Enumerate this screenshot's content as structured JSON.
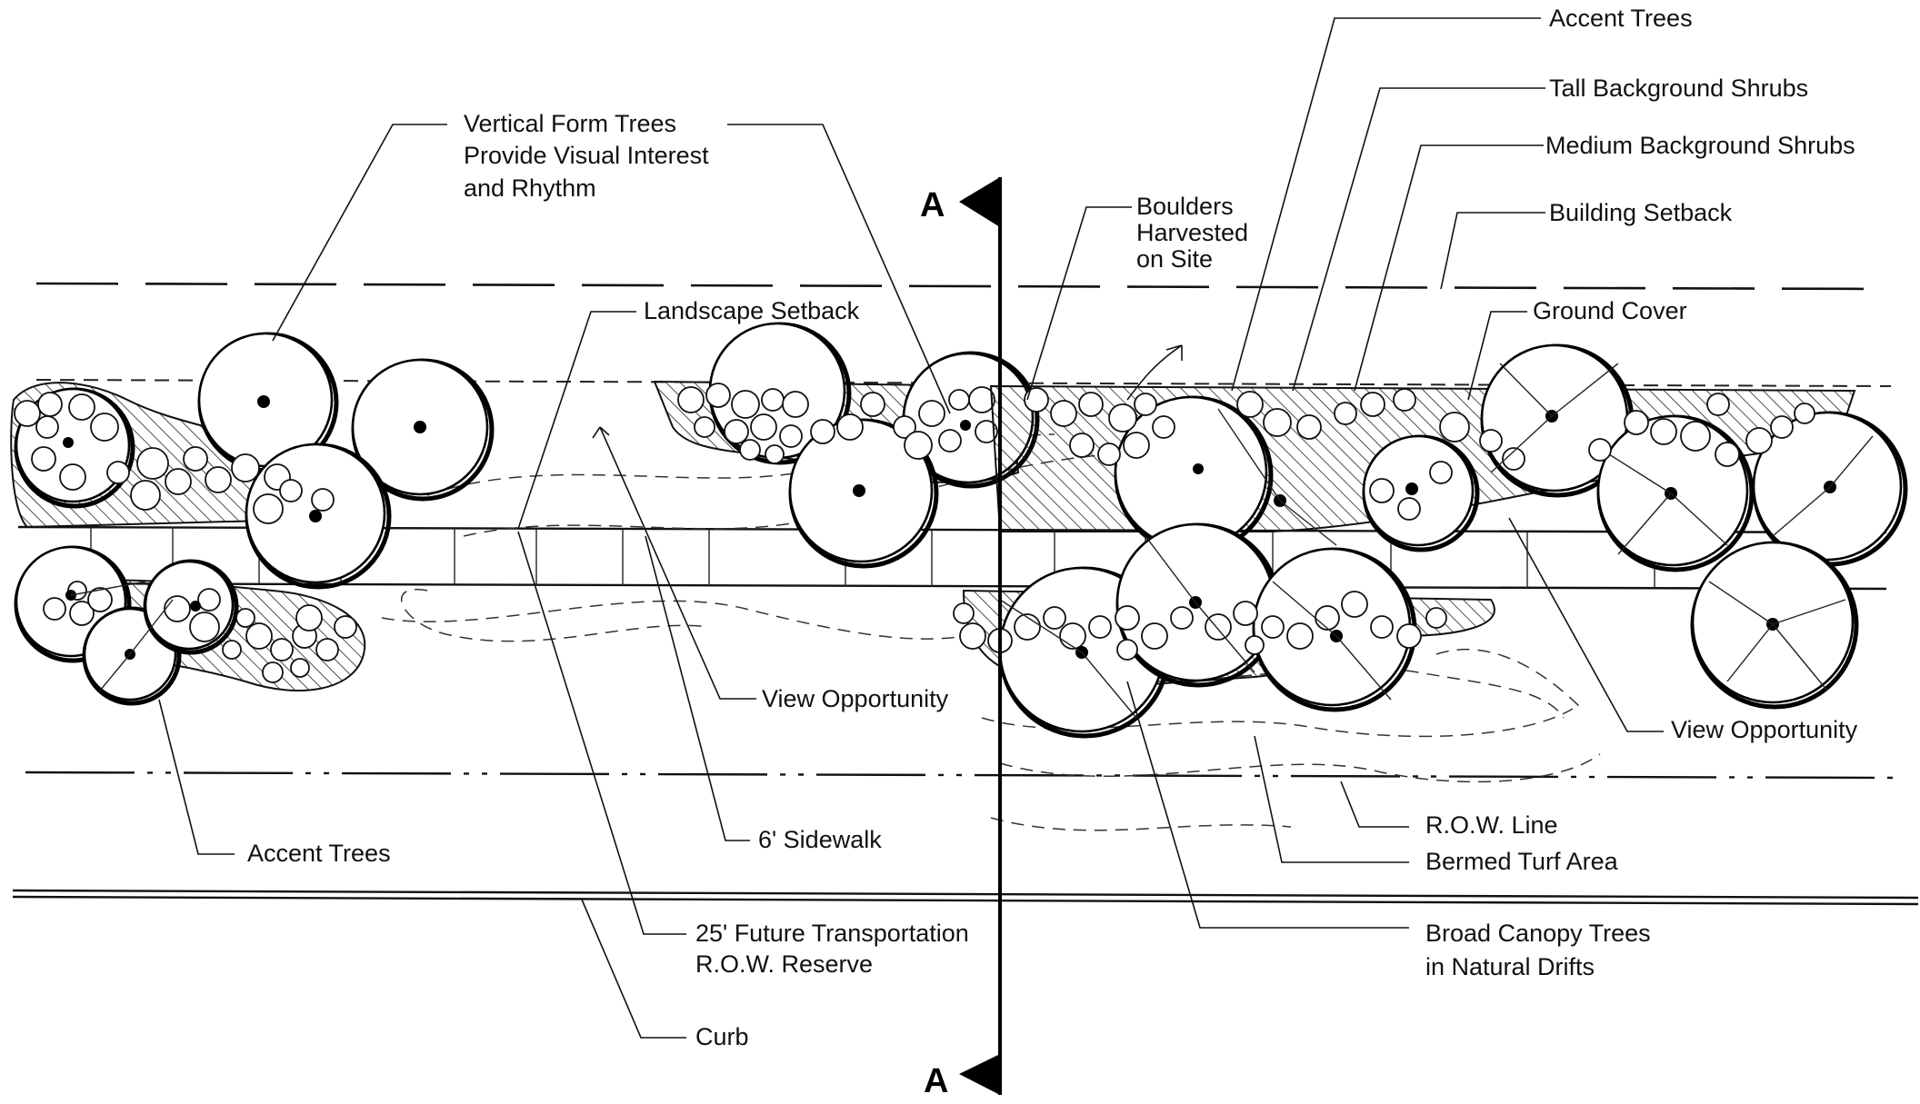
{
  "section_marker": {
    "letter_top": "A",
    "letter_bottom": "A"
  },
  "labels": {
    "vertical_form_trees": [
      "Vertical Form Trees",
      "Provide Visual Interest",
      "and Rhythm"
    ],
    "landscape_setback": "Landscape Setback",
    "boulders": [
      "Boulders",
      "Harvested",
      "on Site"
    ],
    "accent_trees_right": "Accent Trees",
    "tall_background_shrubs": "Tall Background Shrubs",
    "medium_background_shrubs": "Medium Background Shrubs",
    "building_setback": "Building Setback",
    "ground_cover": "Ground Cover",
    "view_opportunity_center": "View Opportunity",
    "view_opportunity_right": "View Opportunity",
    "accent_trees_left": "Accent Trees",
    "sidewalk": "6' Sidewalk",
    "row_line": "R.O.W. Line",
    "bermed_turf": "Bermed Turf Area",
    "future_row": [
      "25' Future Transportation",
      "R.O.W. Reserve"
    ],
    "broad_canopy": [
      "Broad Canopy Trees",
      "in Natural Drifts"
    ],
    "curb": "Curb"
  }
}
